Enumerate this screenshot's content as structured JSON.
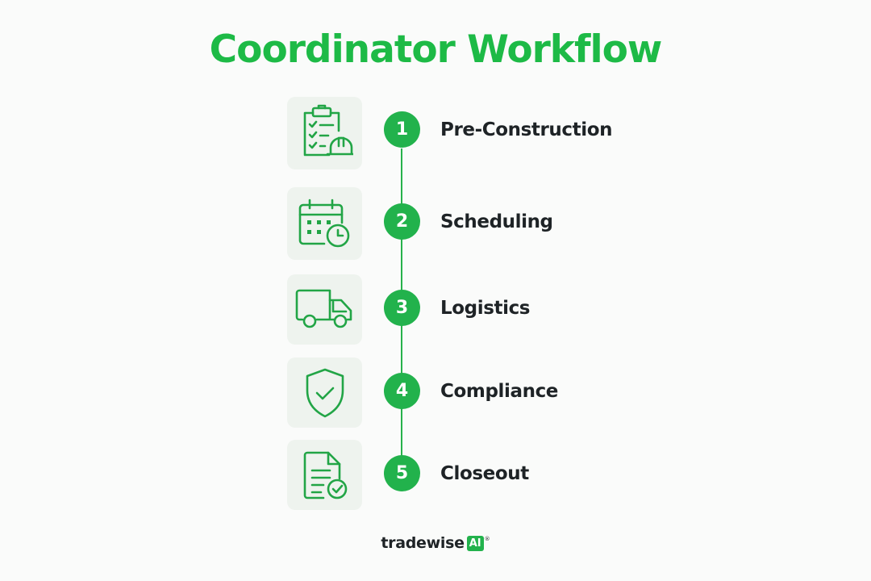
{
  "title": "Coordinator Workflow",
  "steps": [
    {
      "number": "1",
      "label": "Pre-Construction",
      "icon": "clipboard-hardhat-icon"
    },
    {
      "number": "2",
      "label": "Scheduling",
      "icon": "calendar-clock-icon"
    },
    {
      "number": "3",
      "label": "Logistics",
      "icon": "truck-icon"
    },
    {
      "number": "4",
      "label": "Compliance",
      "icon": "shield-check-icon"
    },
    {
      "number": "5",
      "label": "Closeout",
      "icon": "document-check-icon"
    }
  ],
  "brand": {
    "name": "tradewise",
    "badge": "AI",
    "mark": "®"
  },
  "colors": {
    "accent": "#22b24c",
    "title": "#1dba46",
    "text": "#1e2326",
    "tile": "#eef3ee",
    "background": "#fafbfa"
  }
}
